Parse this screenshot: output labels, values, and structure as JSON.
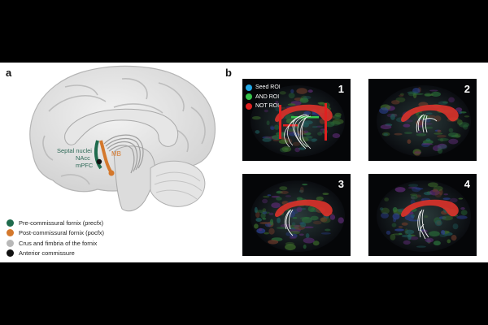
{
  "panel_a": {
    "letter": "a",
    "labels": {
      "septal": "Septal nuclei",
      "nacc": "NAcc",
      "mpfc": "mPFC",
      "mb": "MB"
    },
    "legend": [
      {
        "label": "Pre-commissural fornix (precfx)",
        "color": "#1f6b4d"
      },
      {
        "label": "Post-commissural fornix (pocfx)",
        "color": "#d4782c"
      },
      {
        "label": "Crus and fimbria of the fornix",
        "color": "#b8b8b8"
      },
      {
        "label": "Anterior commissure",
        "color": "#111111"
      }
    ]
  },
  "panel_b": {
    "letter": "b",
    "roi_legend": [
      {
        "label": "Seed ROI",
        "color": "#22a8e6"
      },
      {
        "label": "AND ROI",
        "color": "#35c24a"
      },
      {
        "label": "NOT ROI",
        "color": "#e02020"
      }
    ],
    "scans": [
      {
        "number": "1"
      },
      {
        "number": "2"
      },
      {
        "number": "3"
      },
      {
        "number": "4"
      }
    ]
  }
}
